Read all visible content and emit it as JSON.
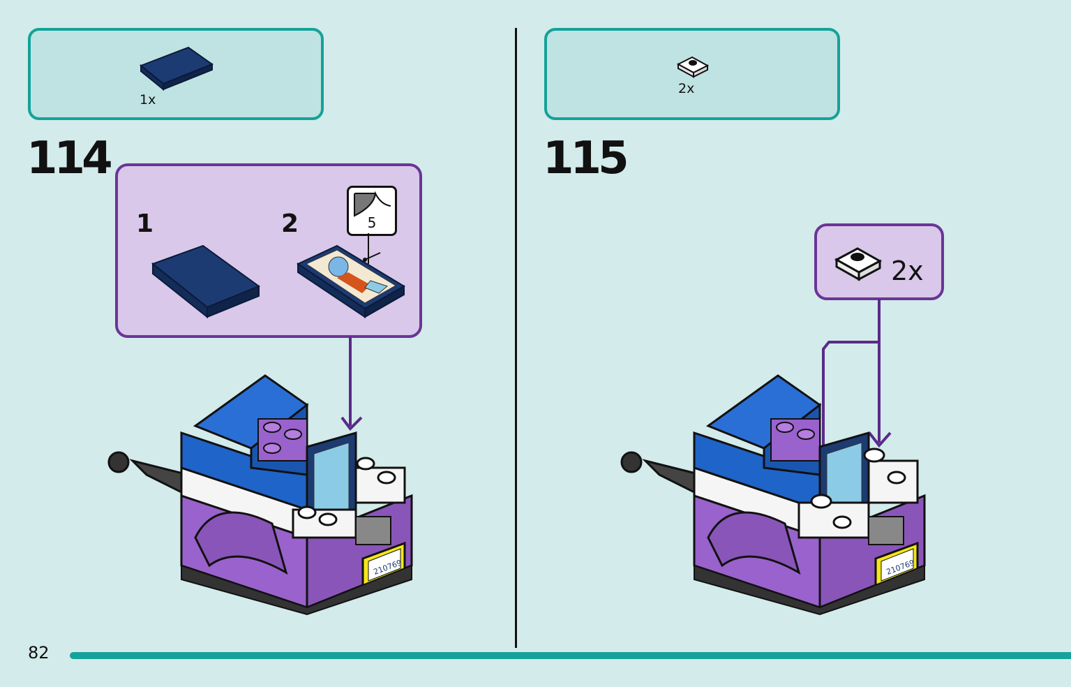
{
  "page": {
    "number": "82"
  },
  "steps": [
    {
      "number": "114",
      "parts_qty": "1x",
      "sub_steps": [
        {
          "number": "1"
        },
        {
          "number": "2",
          "sticker_number": "5"
        }
      ]
    },
    {
      "number": "115",
      "parts_qty": "2x",
      "callout_qty": "2x"
    }
  ],
  "plate_text": "210769",
  "colors": {
    "background": "#d3ebea",
    "parts_box_border": "#14a29a",
    "parts_box_fill": "#bfe3e2",
    "callout_border": "#6a3596",
    "callout_fill": "#d9c8e9",
    "dark_blue_tile": "#1d3b73",
    "blue": "#1f64c8",
    "purple": "#9a62cc",
    "yellow": "#f4e61b"
  }
}
